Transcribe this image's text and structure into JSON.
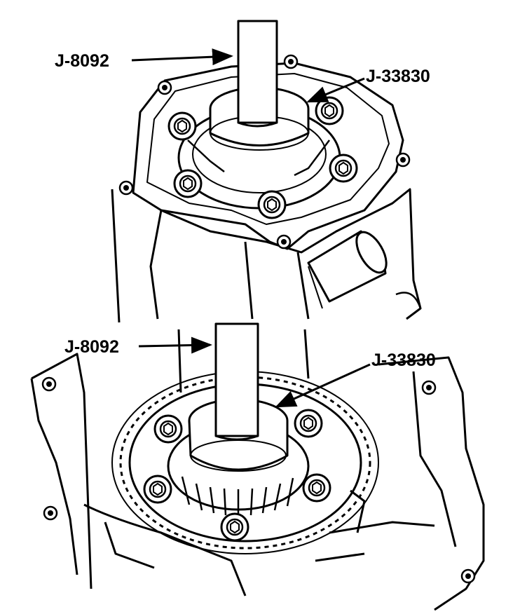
{
  "colors": {
    "ink": "#000000",
    "paper": "#ffffff"
  },
  "top_view": {
    "tool_handle_label": "J-8092",
    "installer_label": "J-33830"
  },
  "bottom_view": {
    "tool_handle_label": "J-8092",
    "installer_label": "J-33830"
  }
}
